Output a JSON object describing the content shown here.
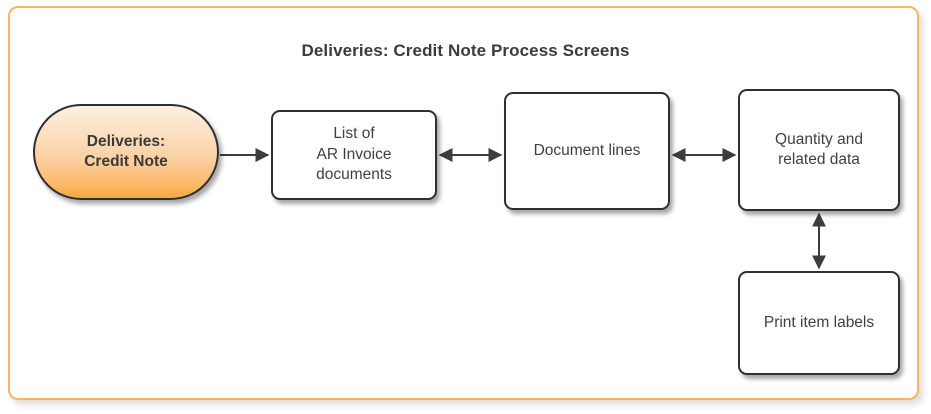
{
  "diagram": {
    "title": "Deliveries: Credit Note Process Screens",
    "frame_color": "#f7b563",
    "node_border_color": "#2f2f2f",
    "node_text_color": "#404040",
    "start_node_fill_top": "#fdf0e0",
    "start_node_fill_bottom": "#f8a93f",
    "connector_color": "#3d3d3d",
    "nodes": [
      {
        "id": "start",
        "type": "start",
        "label": "Deliveries:\nCredit Note",
        "line1": "Deliveries:",
        "line2": "Credit Note"
      },
      {
        "id": "ar-list",
        "type": "process",
        "label": "List of AR Invoice documents",
        "line1": "List of",
        "line2": "AR Invoice",
        "line3": "documents"
      },
      {
        "id": "doc-lines",
        "type": "process",
        "label": "Document lines",
        "line1": "Document lines"
      },
      {
        "id": "quantity",
        "type": "process",
        "label": "Quantity and related data",
        "line1": "Quantity and",
        "line2": "related data"
      },
      {
        "id": "print-labels",
        "type": "process",
        "label": "Print item labels",
        "line1": "Print item labels"
      }
    ],
    "connectors": [
      {
        "from": "start",
        "to": "ar-list",
        "direction": "forward",
        "orientation": "horizontal"
      },
      {
        "from": "ar-list",
        "to": "doc-lines",
        "direction": "bidirectional",
        "orientation": "horizontal"
      },
      {
        "from": "doc-lines",
        "to": "quantity",
        "direction": "bidirectional",
        "orientation": "horizontal"
      },
      {
        "from": "quantity",
        "to": "print-labels",
        "direction": "bidirectional",
        "orientation": "vertical"
      }
    ]
  }
}
